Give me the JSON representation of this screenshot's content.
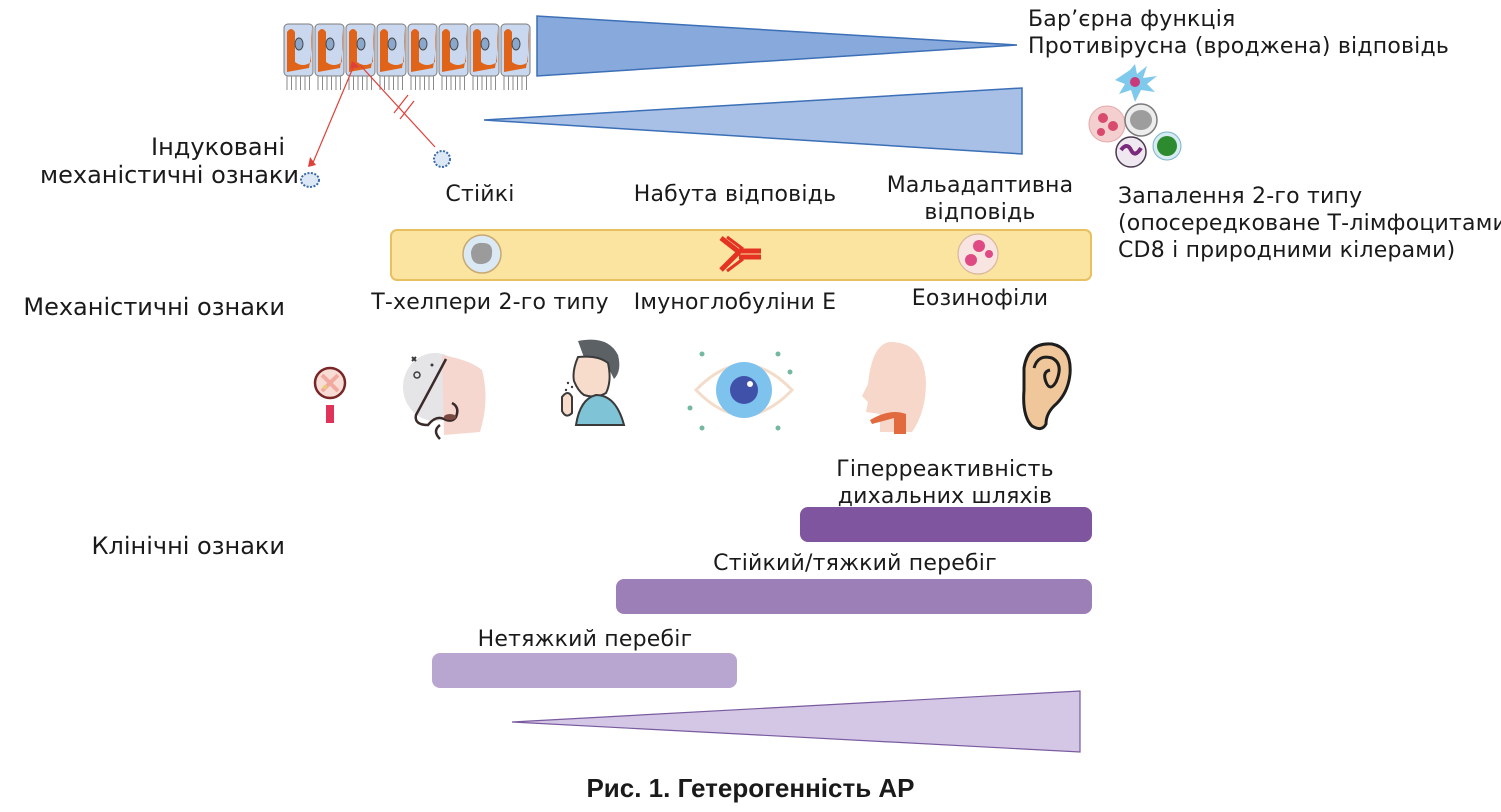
{
  "row_labels": {
    "induced": [
      "Індуковані",
      "механістичні ознаки"
    ],
    "mechanistic": "Механістичні ознаки",
    "clinical": "Клінічні ознаки"
  },
  "top_right": {
    "line1": "Бар’єрна функція",
    "line2": "Противірусна (вроджена) відповідь"
  },
  "inflammation": {
    "line1": "Запалення 2-го типу",
    "line2": "(опосередковане Т-лімфоцитами",
    "line3": "CD8 і природними кілерами)"
  },
  "response_stages": {
    "resistant": "Стійкі",
    "acquired": "Набута відповідь",
    "maladaptive_line1": "Мальадаптивна",
    "maladaptive_line2": "відповідь"
  },
  "cells": {
    "th2": "Т-хелпери 2-го типу",
    "ige": "Імуноглобуліни Е",
    "eosinophils": "Еозинофіли"
  },
  "symptom_icons": [
    "skin-magnifier-icon",
    "nose-icon",
    "sneezing-person-icon",
    "eye-icon",
    "throat-icon",
    "ear-icon"
  ],
  "clinical_bars": [
    {
      "label_line1": "Гіперреактивність",
      "label_line2": "дихальних шляхів",
      "color": "#7e559e"
    },
    {
      "label_line1": "Стійкий/тяжкий перебіг",
      "label_line2": "",
      "color": "#9c7fb7"
    },
    {
      "label_line1": "Нетяжкий перебіг",
      "label_line2": "",
      "color": "#b9a6d0"
    }
  ],
  "colors": {
    "epithelium_orange": "#e0631a",
    "wedge_blue_dark": "#87a9db",
    "wedge_blue_light": "#a8c0e6",
    "wedge_purple": "#d4c7e5",
    "mech_band": "#fbe3a0",
    "pathogen_red": "#e0403a"
  },
  "caption": "Рис. 1. Гетерогенність АР"
}
